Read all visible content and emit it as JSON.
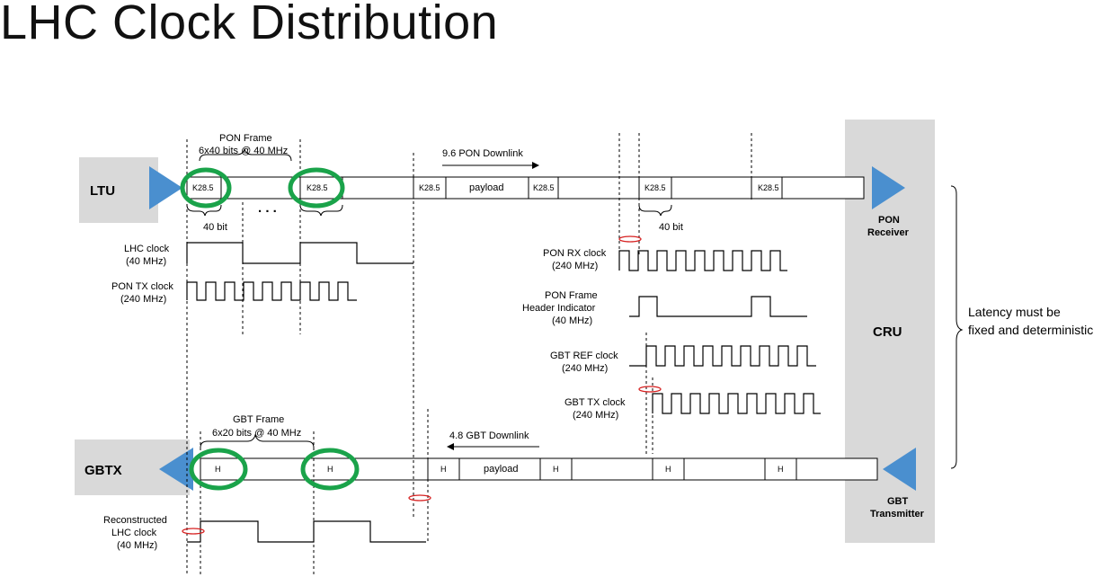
{
  "title": "LHC Clock Distribution",
  "ltu_label": "LTU",
  "gbtx_label": "GBTX",
  "cru_label": "CRU",
  "pon_receiver": [
    "PON",
    "Receiver"
  ],
  "gbt_transmitter": [
    "GBT",
    "Transmitter"
  ],
  "pon_frame": [
    "PON Frame",
    "6x40 bits @ 40 MHz"
  ],
  "gbt_frame": [
    "GBT Frame",
    "6x20 bits @ 40 MHz"
  ],
  "pon_downlink": "9.6 PON Downlink",
  "gbt_downlink": "4.8 GBT Downlink",
  "k285": "K28.5",
  "payload": "payload",
  "header": "H",
  "ellipsis": ". . .",
  "bit40": "40 bit",
  "lhc_clock": [
    "LHC clock",
    "(40 MHz)"
  ],
  "pon_tx_clock": [
    "PON TX clock",
    "(240 MHz)"
  ],
  "pon_rx_clock": [
    "PON RX clock",
    "(240 MHz)"
  ],
  "pon_frame_header": [
    "PON Frame",
    "Header Indicator",
    "(40 MHz)"
  ],
  "gbt_ref_clock": [
    "GBT REF clock",
    "(240 MHz)"
  ],
  "gbt_tx_clock": [
    "GBT TX clock",
    "(240 MHz)"
  ],
  "reconstructed_clock": [
    "Reconstructed",
    "LHC clock",
    "(40 MHz)"
  ],
  "latency_note": [
    "Latency must be",
    "fixed and deterministic"
  ],
  "colors": {
    "highlight": "#1aa34a",
    "marker": "#d62020",
    "triangle": "#4a8fcf",
    "panel": "#d9d9d9"
  }
}
